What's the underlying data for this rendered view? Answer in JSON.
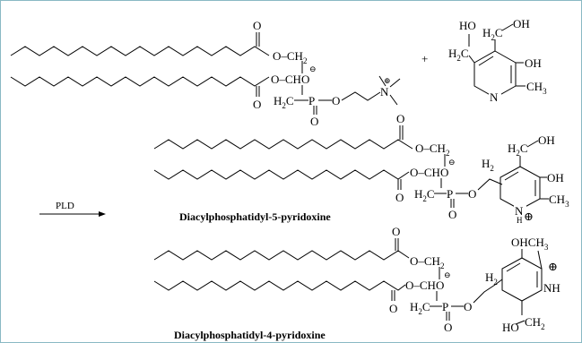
{
  "reactants": {
    "plus": "+",
    "phosphatidylcholine": {
      "ester_o_top": "O",
      "ester_o_bottom": "O",
      "chain_link_top": "O–CH",
      "chain_sub_top": "2",
      "glycerol_ch": "O–CHO",
      "h2c": "H",
      "h2c_sub": "2",
      "h2c_c": "C",
      "phosphorus": "P",
      "phos_o_bottom": "O",
      "phos_o_right": "O",
      "minus": "⊖",
      "nitrogen": "N",
      "plus_charge": "⊕"
    },
    "pyridoxine": {
      "ho_left": "HO",
      "h2c_left": "H",
      "h2c_left_sub": "2",
      "h2c_left_c": "C",
      "h2c_top": "H",
      "h2c_top_sub": "2",
      "h2c_top_c": "C",
      "oh_top": "OH",
      "oh_right": "OH",
      "ch3": "CH",
      "ch3_sub": "3",
      "nitrogen": "N"
    }
  },
  "arrow": {
    "label": "PLD"
  },
  "product1": {
    "caption": "Diacylphosphatidyl-5-pyridoxine",
    "ester_o_top": "O",
    "ester_o_bottom": "O",
    "chain_link_top": "O–CH",
    "chain_sub_top": "2",
    "glycerol_ch": "O–CHO",
    "h2c": "H",
    "h2c_sub": "2",
    "h2c_c": "C",
    "phosphorus": "P",
    "phos_o_bottom": "O",
    "phos_o_right": "O",
    "minus": "⊖",
    "h2_label": "H",
    "h2_sub": "2",
    "h2c_top": "H",
    "h2c_top_sub": "2",
    "h2c_top_c": "C",
    "oh_top": "OH",
    "oh_right": "OH",
    "ch3": "CH",
    "ch3_sub": "3",
    "nh": "N",
    "nh_h": "H",
    "plus_charge": "⊕"
  },
  "product2": {
    "caption": "Diacylphosphatidyl-4-pyridoxine",
    "ester_o_top": "O",
    "ester_o_bottom": "O",
    "chain_link_top": "O–CH",
    "chain_sub_top": "2",
    "glycerol_ch": "O–CHO",
    "h2c": "H",
    "h2c_sub": "2",
    "h2c_c": "C",
    "phosphorus": "P",
    "phos_o_bottom": "O",
    "phos_o_right": "O",
    "minus": "⊖",
    "h2_label": "H",
    "h2_sub": "2",
    "ohch3": "OHCH",
    "ohch3_sub": "3",
    "plus_charge": "⊕",
    "nh": "NH",
    "ho_bottom": "HO",
    "ch2_bottom": "CH",
    "ch2_bottom_sub": "2"
  }
}
